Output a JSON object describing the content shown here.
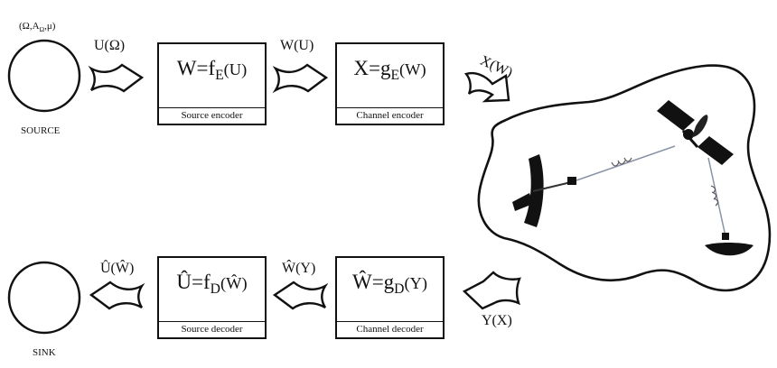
{
  "source": {
    "params": "(Ω,A",
    "params_sub": "Ω",
    "params_tail": ",μ)",
    "label": "SOURCE"
  },
  "sink": {
    "label": "SINK"
  },
  "arrows": {
    "u_omega": "U(Ω)",
    "w_u": "W(U)",
    "x_w": "X(W)",
    "y_x": "Y(X)",
    "what_y": "Ŵ(Y)",
    "uhat_what": "Û(Ŵ)"
  },
  "blocks": {
    "source_encoder": {
      "formula_a": "W=f",
      "formula_sub": "E",
      "formula_b": "(U)",
      "caption": "Source encoder"
    },
    "channel_encoder": {
      "formula_a": "X=g",
      "formula_sub": "E",
      "formula_b": "(W)",
      "caption": "Channel encoder"
    },
    "channel_decoder": {
      "formula_a": "Ŵ=g",
      "formula_sub": "D",
      "formula_b": "(Y)",
      "caption": "Channel decoder"
    },
    "source_decoder": {
      "formula_a": "Û=f",
      "formula_sub": "D",
      "formula_b": "(Ŵ)",
      "caption": "Source decoder"
    }
  },
  "colors": {
    "ink": "#111111",
    "beam": "#8a93a6"
  }
}
